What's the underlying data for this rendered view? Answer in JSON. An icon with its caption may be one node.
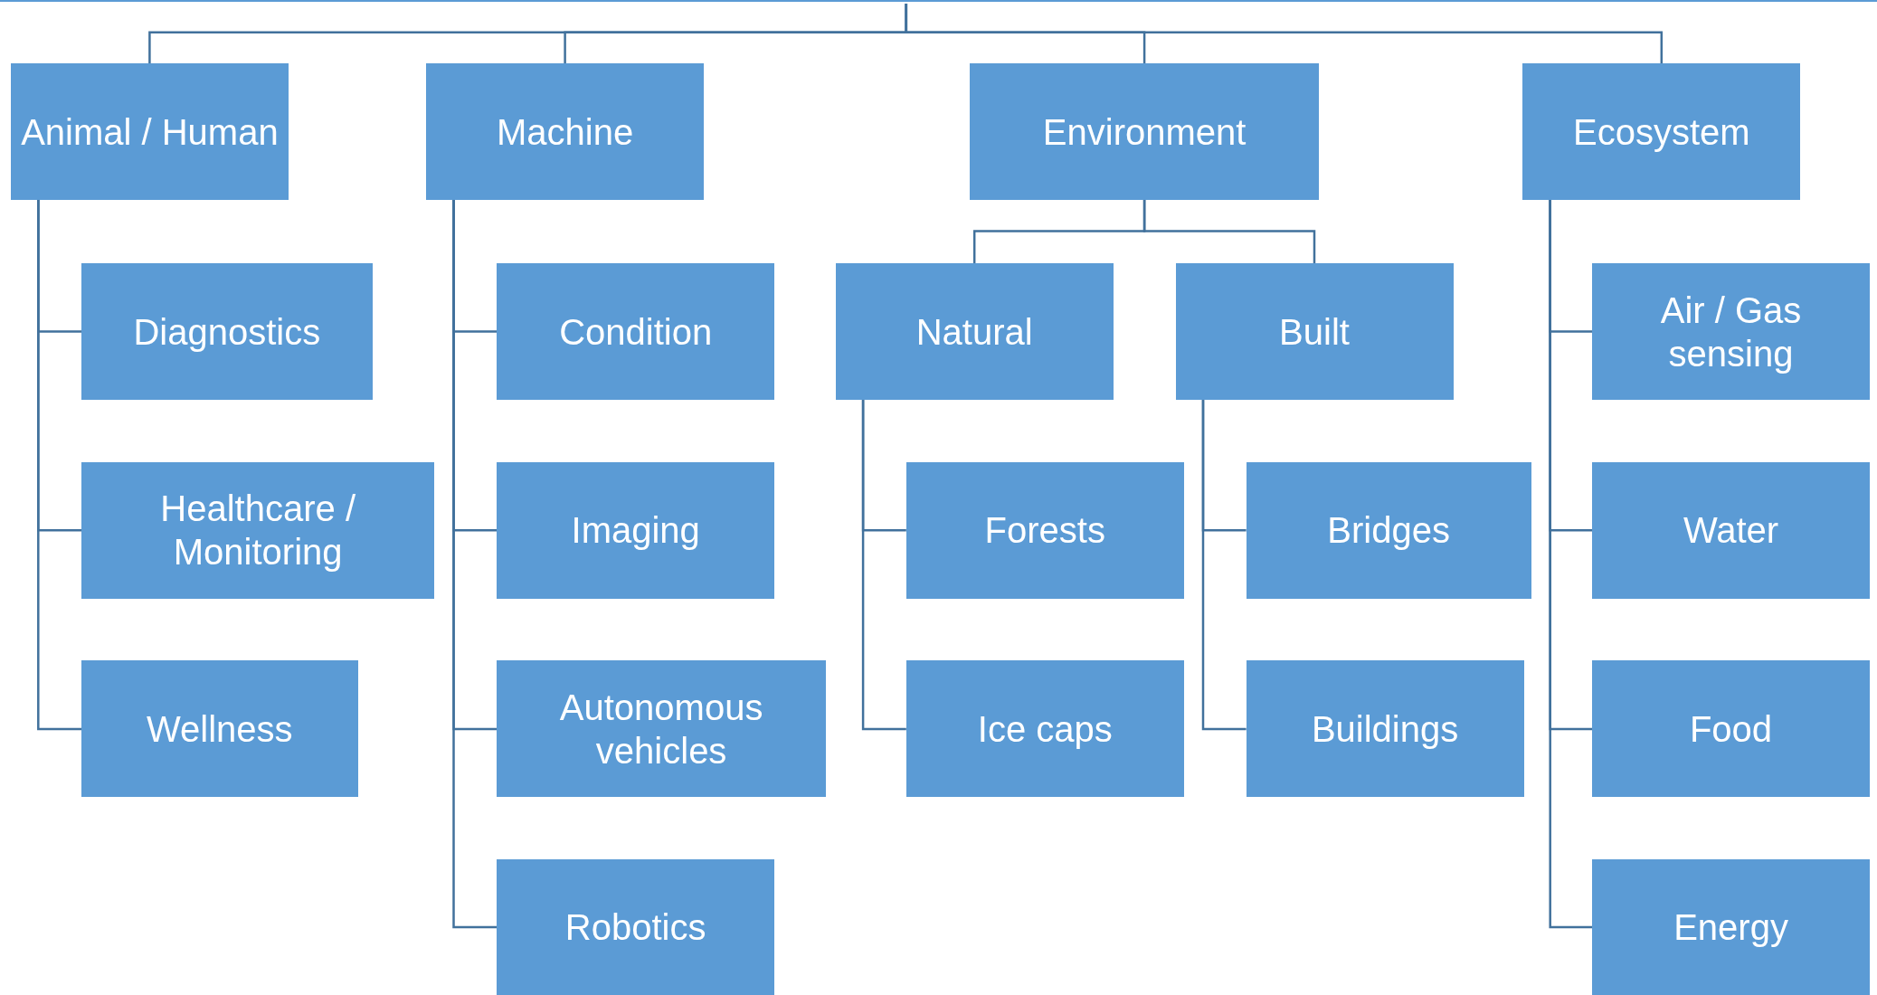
{
  "diagram": {
    "nodes": [
      {
        "text": [
          "Animal / Human"
        ]
      },
      {
        "text": [
          "Machine"
        ]
      },
      {
        "text": [
          "Environment"
        ]
      },
      {
        "text": [
          "Ecosystem"
        ]
      },
      {
        "text": [
          "Diagnostics"
        ]
      },
      {
        "text": [
          "Healthcare / Monitoring"
        ]
      },
      {
        "text": [
          "Wellness"
        ]
      },
      {
        "text": [
          "Condition"
        ]
      },
      {
        "text": [
          "Imaging"
        ]
      },
      {
        "text": [
          "Autonomous vehicles"
        ]
      },
      {
        "text": [
          "Robotics"
        ]
      },
      {
        "text": [
          "Natural"
        ]
      },
      {
        "text": [
          "Built"
        ]
      },
      {
        "text": [
          "Forests"
        ]
      },
      {
        "text": [
          "Ice caps"
        ]
      },
      {
        "text": [
          "Bridges"
        ]
      },
      {
        "text": [
          "Buildings"
        ]
      },
      {
        "text": [
          "Air / Gas sensing"
        ]
      },
      {
        "text": [
          "Water"
        ]
      },
      {
        "text": [
          "Food"
        ]
      },
      {
        "text": [
          "Energy"
        ]
      }
    ],
    "edges": [
      {
        "from": null,
        "to": 0,
        "arrow": "none"
      },
      {
        "from": null,
        "to": 1,
        "arrow": "none"
      },
      {
        "from": null,
        "to": 2,
        "arrow": "none"
      },
      {
        "from": null,
        "to": 3,
        "arrow": "none"
      },
      {
        "from": 0,
        "to": 4,
        "arrow": "none"
      },
      {
        "from": 0,
        "to": 5,
        "arrow": "none"
      },
      {
        "from": 0,
        "to": 6,
        "arrow": "none"
      },
      {
        "from": 1,
        "to": 7,
        "arrow": "none"
      },
      {
        "from": 1,
        "to": 8,
        "arrow": "none"
      },
      {
        "from": 1,
        "to": 9,
        "arrow": "none"
      },
      {
        "from": 1,
        "to": 10,
        "arrow": "none"
      },
      {
        "from": 2,
        "to": 11,
        "arrow": "none"
      },
      {
        "from": 2,
        "to": 12,
        "arrow": "none"
      },
      {
        "from": 11,
        "to": 13,
        "arrow": "none"
      },
      {
        "from": 11,
        "to": 14,
        "arrow": "none"
      },
      {
        "from": 12,
        "to": 15,
        "arrow": "none"
      },
      {
        "from": 12,
        "to": 16,
        "arrow": "none"
      },
      {
        "from": 3,
        "to": 17,
        "arrow": "none"
      },
      {
        "from": 3,
        "to": 18,
        "arrow": "none"
      },
      {
        "from": 3,
        "to": 19,
        "arrow": "none"
      },
      {
        "from": 3,
        "to": 20,
        "arrow": "none"
      }
    ]
  }
}
